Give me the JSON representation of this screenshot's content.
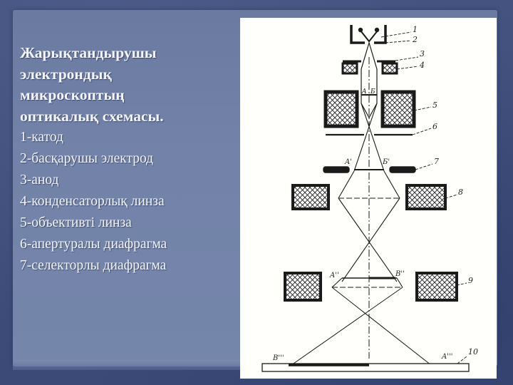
{
  "slide": {
    "title_lines": [
      "Жарықтандырушы",
      "электрондық",
      "микроскоптың",
      "оптикалық схемасы."
    ],
    "legend": [
      "1-катод",
      "2-басқарушы электрод",
      "3-анод",
      "4-конденсаторлық линза",
      "5-объективті линза",
      "6-апертуралы диафрагма",
      "7-селекторлы диафрагма"
    ]
  },
  "diagram": {
    "callout_numbers": [
      "1",
      "2",
      "3",
      "4",
      "5",
      "6",
      "7",
      "8",
      "9",
      "10"
    ],
    "point_labels": {
      "object_left": "A",
      "object_right": "Б",
      "first_image_left": "A'",
      "first_image_right": "Б'",
      "second_image_left": "A''",
      "second_image_right": "B''",
      "final_image_left": "B'''",
      "final_image_right": "A'''"
    },
    "colors": {
      "background": "#3e4d78",
      "paper": "#7282a8",
      "figure_bg": "#fffffb",
      "ink": "#1a1a1a",
      "text": "#f3f4f8"
    }
  }
}
